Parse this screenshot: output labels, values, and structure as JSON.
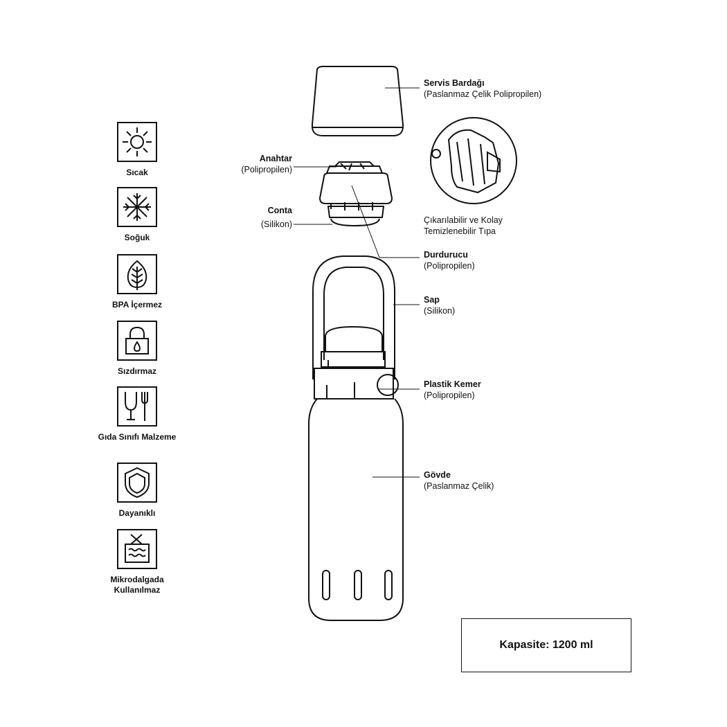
{
  "features": [
    {
      "icon": "sun-icon",
      "label": "Sıcak"
    },
    {
      "icon": "snowflake-icon",
      "label": "Soğuk"
    },
    {
      "icon": "leaf-icon",
      "label": "BPA İçermez"
    },
    {
      "icon": "lock-drop-icon",
      "label": "Sızdırmaz"
    },
    {
      "icon": "glass-fork-icon",
      "label": "Gıda Sınıfı Malzeme"
    },
    {
      "icon": "shield-icon",
      "label": "Dayanıklı"
    },
    {
      "icon": "no-microwave-icon",
      "label_line1": "Mikrodalgada",
      "label_line2": "Kullanılmaz"
    }
  ],
  "parts": {
    "cup": {
      "title": "Servis Bardağı",
      "sub": "(Paslanmaz Çelik Polipropilen)"
    },
    "key": {
      "title": "Anahtar",
      "sub": "(Polipropilen)"
    },
    "gasket": {
      "title": "Conta",
      "sub": "(Silikon)"
    },
    "detail": {
      "line1": "Çıkarılabilir ve Kolay",
      "line2": "Temizlenebilir Tıpa"
    },
    "stopper": {
      "title": "Durdurucu",
      "sub": "(Polipropilen)"
    },
    "handle": {
      "title": "Sap",
      "sub": "(Silikon)"
    },
    "belt": {
      "title": "Plastik Kemer",
      "sub": "(Polipropilen)"
    },
    "body": {
      "title": "Gövde",
      "sub": "(Paslanmaz Çelik)"
    }
  },
  "capacity": "Kapasite: 1200 ml"
}
